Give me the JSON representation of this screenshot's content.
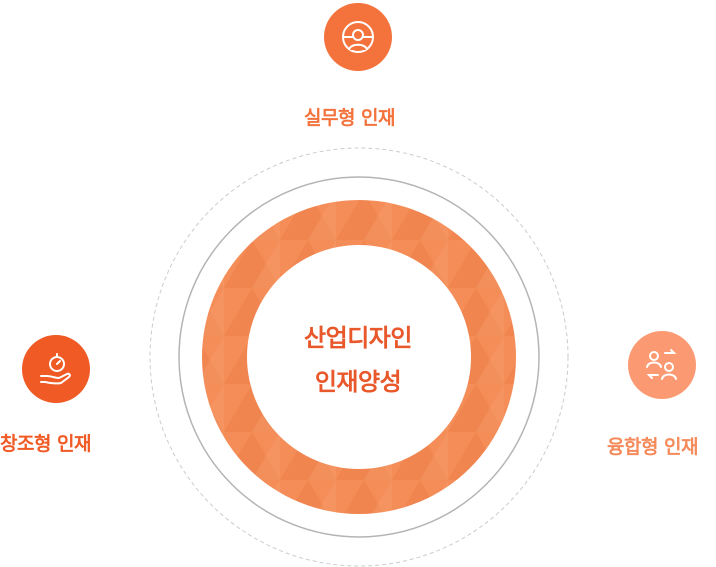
{
  "center": {
    "line1": "산업디자인",
    "line2": "인재양성"
  },
  "nodes": [
    {
      "label": "실무형 인재",
      "icon": "globe-person-icon",
      "color": "#f4733c"
    },
    {
      "label": "창조형 인재",
      "icon": "hand-stopwatch-icon",
      "color": "#f05a24"
    },
    {
      "label": "융합형 인재",
      "icon": "people-exchange-icon",
      "color": "#fb9a72"
    }
  ],
  "colors": {
    "ring_orange": "#f28a54",
    "ring_dark": "#e87a45",
    "outer_ring_gray": "#b4b4b4",
    "dashed_ring_gray": "#cccccc"
  }
}
